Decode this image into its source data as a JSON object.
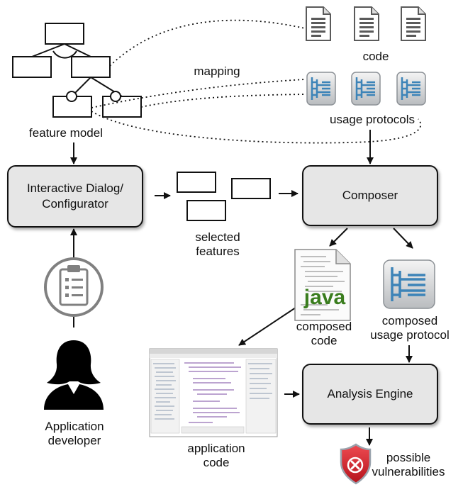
{
  "labels": {
    "feature_model": "feature model",
    "mapping": "mapping",
    "code": "code",
    "usage_protocols": "usage protocols",
    "selected_features_line1": "selected",
    "selected_features_line2": "features",
    "composed_code_line1": "composed",
    "composed_code_line2": "code",
    "composed_usage_protocol_line1": "composed",
    "composed_usage_protocol_line2": "usage protocol",
    "application_code_line1": "application",
    "application_code_line2": "code",
    "application_developer_line1": "Application",
    "application_developer_line2": "developer",
    "possible_vulnerabilities_line1": "possible",
    "possible_vulnerabilities_line2": "vulnerabilities"
  },
  "boxes": {
    "configurator_line1": "Interactive Dialog/",
    "configurator_line2": "Configurator",
    "composer": "Composer",
    "analysis_engine": "Analysis Engine"
  },
  "java_logo_text": "java",
  "icons": {
    "code_files": "document-icon",
    "usage_protocols": "tree-protocol-icon",
    "clipboard": "clipboard-icon",
    "developer": "person-silhouette-icon",
    "composed_code": "java-file-icon",
    "composed_usage_protocol": "tree-protocol-icon",
    "application_code": "ide-screenshot-icon",
    "vulnerabilities": "shield-x-icon"
  },
  "colors": {
    "box_fill": "#e6e6e6",
    "protocol_blue": "#3d84b8",
    "shield_red": "#d6252f",
    "java_green": "#3a7d1e"
  }
}
